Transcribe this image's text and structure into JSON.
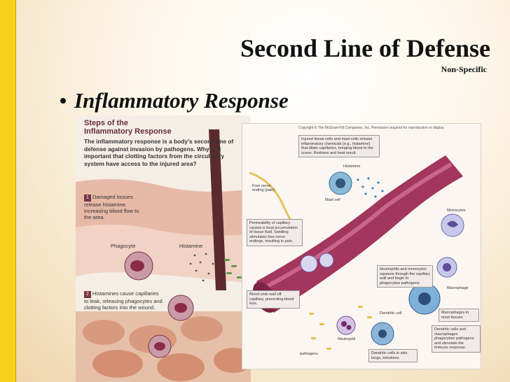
{
  "slide": {
    "title": "Second Line of Defense",
    "subtitle": "Non-Specific",
    "bullet": "Inflammatory Response",
    "colors": {
      "left_bar": "#f7d21a",
      "text": "#111111"
    }
  },
  "left_figure": {
    "heading_line1": "Steps of the",
    "heading_line2": "Inflammatory Response",
    "intro": "The inflammatory response is a body's second line of defense against invasion by pathogens. Why is it important that clotting factors from the circulatory system have access to the injured area?",
    "step1_num": "1",
    "step1": "Damaged tissues release histamine, increasing blood flow to the area.",
    "label_phagocyte": "Phagocyte",
    "label_histamine": "Histamine",
    "step2_num": "2",
    "step2": "Histamines cause capillaries to leak, releasing phagocytes and clotting factors into the wound."
  },
  "right_figure": {
    "copyright": "Copyright © The McGraw-Hill Companies, Inc. Permission required for reproduction or display.",
    "callout_injured": "Injured tissue cells and mast cells release inflammatory chemicals (e.g., histamine) that dilate capillaries, bringing blood to the scene. Redness and heat result.",
    "label_histamine": "Histamine",
    "label_nerve": "Free nerve ending (pain)",
    "label_mast_cell": "Mast cell",
    "label_monocytes": "Monocytes",
    "callout_permeability": "Permeability of capillary causes a local accumulation of tissue fluid. Swelling stimulates free nerve endings, resulting in pain.",
    "callout_neutrophils": "Neutrophils and monocytes squeeze through the capillary wall and begin to phagocytize pathogens.",
    "label_macrophage": "Macrophage",
    "callout_clots": "Blood clots wall off capillary, preventing blood loss.",
    "label_dendritic": "Dendritic cell",
    "callout_macrophages": "Macrophages in most tissues",
    "label_neutrophil": "Neutrophil",
    "callout_dendritic_cells": "Dendritic cells and macrophages phagocytize pathogens and stimulate the immune response.",
    "label_pathogens": "pathogens",
    "callout_dendritic_skin": "Dendritic cells in skin, lungs, intestines"
  }
}
